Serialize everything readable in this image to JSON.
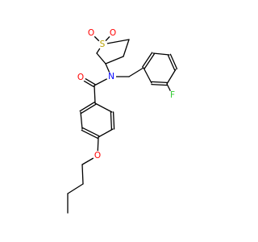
{
  "molecule": {
    "atoms": [
      {
        "id": "O1",
        "label": "O",
        "color": "#ff0000"
      },
      {
        "id": "O2",
        "label": "O",
        "color": "#ff0000"
      },
      {
        "id": "S",
        "label": "S",
        "color": "#b8a000"
      },
      {
        "id": "N",
        "label": "N",
        "color": "#0000ff"
      },
      {
        "id": "O3",
        "label": "O",
        "color": "#ff0000"
      },
      {
        "id": "F",
        "label": "F",
        "color": "#33cc33"
      },
      {
        "id": "O4",
        "label": "O",
        "color": "#ff0000"
      }
    ]
  }
}
